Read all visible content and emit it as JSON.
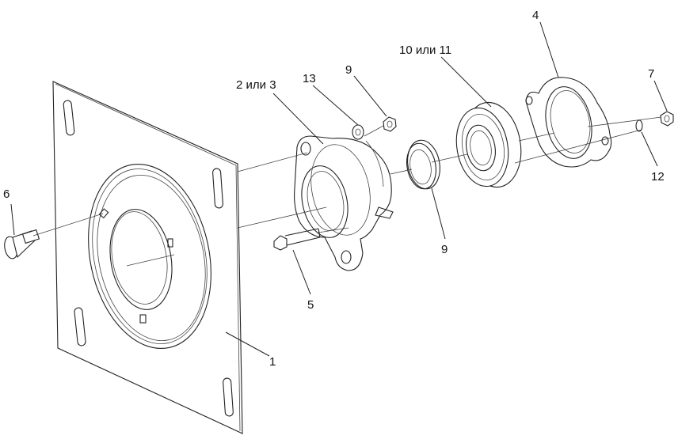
{
  "labels": {
    "plate": "1",
    "housing": "2 или 3",
    "flange": "4",
    "bolt": "5",
    "pin": "6",
    "nut_right": "7",
    "nut_top": "9",
    "ring": "9",
    "bearing": "10 или 11",
    "washer_right": "12",
    "washer_top": "13"
  },
  "colors": {
    "line": "#222222",
    "background": "#ffffff",
    "shade": "#e6e6e6"
  }
}
